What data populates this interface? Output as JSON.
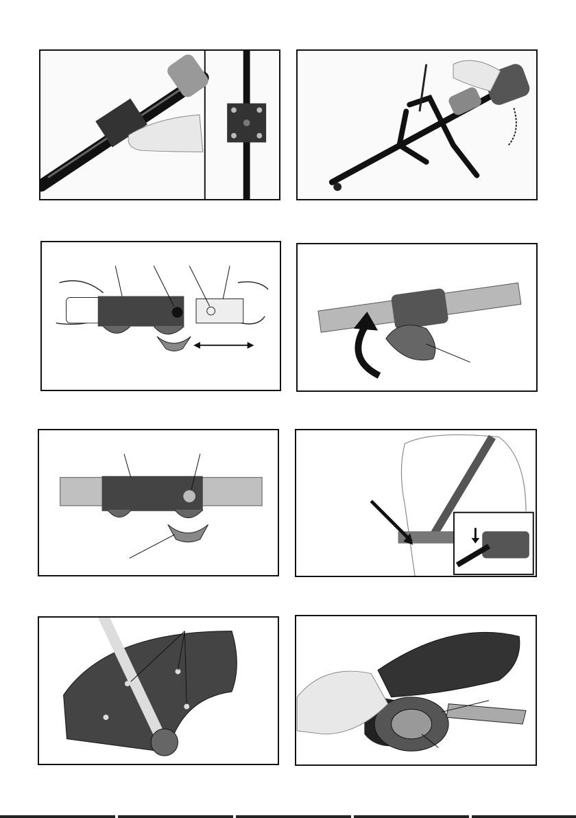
{
  "page": {
    "panels": [
      {
        "name": "pole-clamp-assembly"
      },
      {
        "name": "handle-mounting-screwdriver"
      },
      {
        "name": "shaft-coupling-insert"
      },
      {
        "name": "knob-tightening"
      },
      {
        "name": "coupling-locked"
      },
      {
        "name": "shoulder-strap-attach"
      },
      {
        "name": "guard-screws"
      },
      {
        "name": "spool-head-fitting"
      }
    ]
  }
}
